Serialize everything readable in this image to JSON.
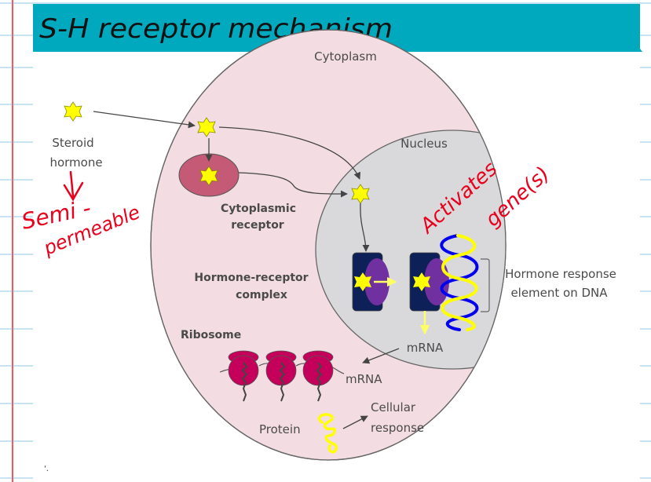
{
  "page": {
    "title": "S-H receptor mechanism",
    "footer_mark": "'."
  },
  "diagram": {
    "compartments": {
      "cytoplasm": "Cytoplasm",
      "nucleus": "Nucleus"
    },
    "labels": {
      "steroid_hormone_line1": "Steroid",
      "steroid_hormone_line2": "hormone",
      "cytoplasmic_receptor_line1": "Cytoplasmic",
      "cytoplasmic_receptor_line2": "receptor",
      "hormone_receptor_line1": "Hormone-receptor",
      "hormone_receptor_line2": "complex",
      "ribosome": "Ribosome",
      "mrna_nucleus": "mRNA",
      "mrna_cytoplasm": "mRNA",
      "protein": "Protein",
      "cellular_response_line1": "Cellular",
      "cellular_response_line2": "response",
      "hre_line1": "Hormone response",
      "hre_line2": "element on DNA"
    },
    "annotations": {
      "semi_line1": "Semi -",
      "semi_line2": "permeable",
      "activates_line1": "Activates",
      "activates_line2": "gene(s)"
    },
    "colors": {
      "header_teal": "#00a9bd",
      "cytoplasm_fill": "#f3dde2",
      "nucleus_fill": "#d9d9db",
      "receptor_fill": "#c45a75",
      "hormone_star": "#ffff00",
      "complex_box": "#0d2057",
      "complex_dna_binding": "#7030a0",
      "dna_strand_a": "#0000ee",
      "dna_strand_b": "#ffff00",
      "ribosome_fill": "#c4005a",
      "annotation_red": "#e8001c",
      "notebook_line": "#c5e3f3",
      "margin_line": "#f25a5a"
    }
  }
}
